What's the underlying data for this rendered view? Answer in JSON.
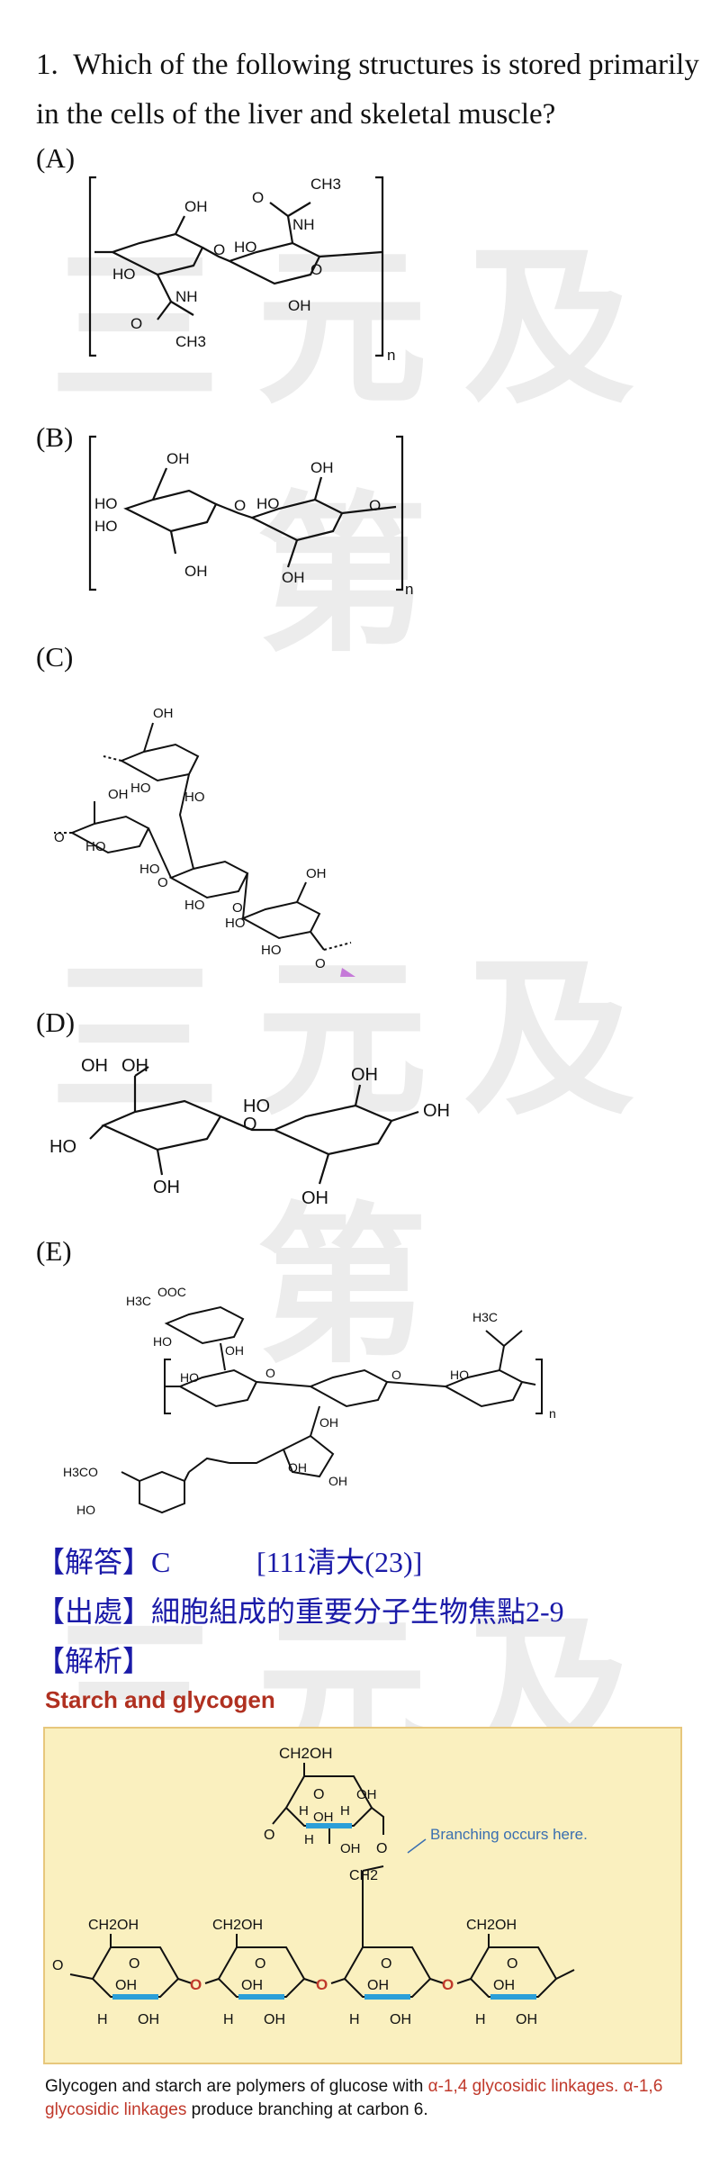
{
  "question": {
    "number": "1.",
    "text": "Which of the following structures is stored primarily in the cells of the liver and skeletal muscle?"
  },
  "options": [
    {
      "label": "(A)"
    },
    {
      "label": "(B)"
    },
    {
      "label": "(C)"
    },
    {
      "label": "(D)"
    },
    {
      "label": "(E)"
    }
  ],
  "watermark": "三元及第",
  "chem": {
    "oh": "OH",
    "ho": "HO",
    "nh": "NH",
    "ch3": "CH3",
    "o": "O",
    "n": "n",
    "h": "H",
    "ch2oh": "CH2OH",
    "ch2": "CH2",
    "h3c": "H3C",
    "h3co": "H3CO",
    "ooc": "OOC"
  },
  "answer": {
    "answer_label": "【解答】",
    "answer_value": "C",
    "answer_ref": "[111清大(23)]",
    "source_label": "【出處】",
    "source_value": "細胞組成的重要分子生物焦點2-9",
    "analysis_label": "【解析】"
  },
  "figure": {
    "title": "Starch and glycogen",
    "branch_note": "Branching occurs here.",
    "caption_1": "Glycogen and starch are polymers of glucose with ",
    "caption_red_1": "α-1,4 glycosidic linkages.",
    "caption_2": " ",
    "caption_red_2": "α-1,6 glycosidic linkages",
    "caption_3": " produce branching at carbon 6."
  },
  "colors": {
    "answer_text": "#1a1aa8",
    "figure_title": "#b03020",
    "figure_panel": "#faf0bf",
    "ring_bond": "#2b9fd8",
    "glycosidic_o": "#c0392b",
    "branch_note": "#3a6fb0"
  }
}
